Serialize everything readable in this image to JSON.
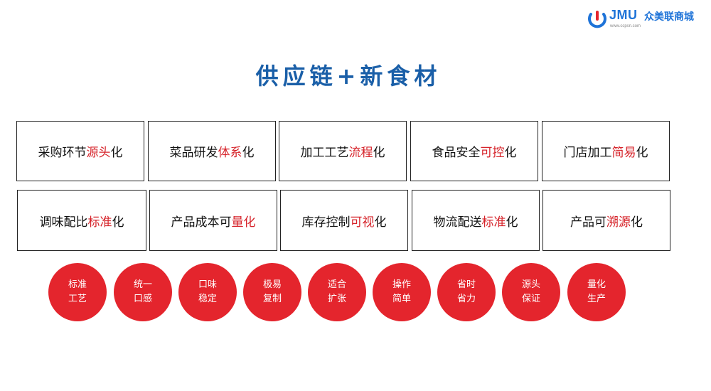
{
  "logo": {
    "brand": "JMU",
    "name": "众美联商城",
    "url": "www.ccpsn.com"
  },
  "title": "供应链+新食材",
  "rows": [
    [
      {
        "plain": "采购环节",
        "highlight": "源头",
        "suffix": "化"
      },
      {
        "plain": "菜品研发",
        "highlight": "体系",
        "suffix": "化"
      },
      {
        "plain": "加工工艺",
        "highlight": "流程",
        "suffix": "化"
      },
      {
        "plain": "食品安全",
        "highlight": "可控",
        "suffix": "化"
      },
      {
        "plain": "门店加工",
        "highlight": "简易",
        "suffix": "化"
      }
    ],
    [
      {
        "plain": "调味配比",
        "highlight": "标准",
        "suffix": "化"
      },
      {
        "plain": "产品成本可",
        "highlight": "量化",
        "suffix": ""
      },
      {
        "plain": "库存控制",
        "highlight": "可视",
        "suffix": "化"
      },
      {
        "plain": "物流配送",
        "highlight": "标准",
        "suffix": "化"
      },
      {
        "plain": "产品可",
        "highlight": "溯源",
        "suffix": "化"
      }
    ]
  ],
  "circles": [
    {
      "line1": "标准",
      "line2": "工艺"
    },
    {
      "line1": "统一",
      "line2": "口感"
    },
    {
      "line1": "口味",
      "line2": "稳定"
    },
    {
      "line1": "极易",
      "line2": "复制"
    },
    {
      "line1": "适合",
      "line2": "扩张"
    },
    {
      "line1": "操作",
      "line2": "简单"
    },
    {
      "line1": "省时",
      "line2": "省力"
    },
    {
      "line1": "源头",
      "line2": "保证"
    },
    {
      "line1": "量化",
      "line2": "生产"
    }
  ],
  "colors": {
    "title": "#1a5fa8",
    "highlight": "#d6232a",
    "circle": "#e4252d",
    "brand": "#1e73d8"
  }
}
